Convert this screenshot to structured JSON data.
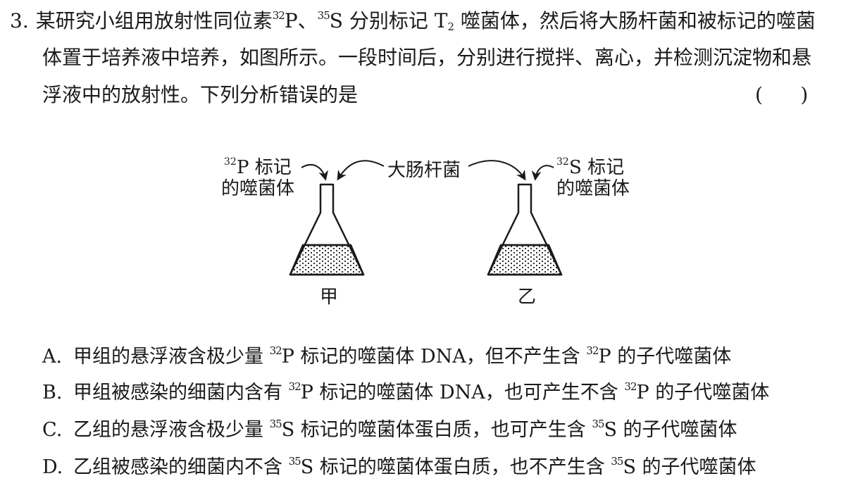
{
  "question": {
    "number": "3.",
    "line1": {
      "t1": "某研究小组用放射性同位素",
      "iso1_mass": "32",
      "iso1_el": "P、",
      "iso2_mass": "35",
      "iso2_el": "S 分别标记 T",
      "phage_sub": "2",
      "t2": " 噬菌体，然后将大肠杆菌和被标记的噬菌"
    },
    "line2": "体置于培养液中培养，如图所示。一段时间后，分别进行搅拌、离心，并检测沉淀物和悬",
    "line3": "浮液中的放射性。下列分析错误的是",
    "answer_paren": "(      )"
  },
  "figure": {
    "left_label_mass": "32",
    "left_label_line1": "P 标记",
    "left_label_line2": "的噬菌体",
    "center_label": "大肠杆菌",
    "right_label_mass": "32",
    "right_label_line1": "S 标记",
    "right_label_line2": "的噬菌体",
    "flask_left_label": "甲",
    "flask_right_label": "乙"
  },
  "options": [
    {
      "letter": "A.",
      "p1": "甲组的悬浮液含极少量 ",
      "m1": "32",
      "p2": "P 标记的噬菌体 DNA，但不产生含 ",
      "m2": "32",
      "p3": "P 的子代噬菌体"
    },
    {
      "letter": "B.",
      "p1": "甲组被感染的细菌内含有 ",
      "m1": "32",
      "p2": "P 标记的噬菌体 DNA，也可产生不含 ",
      "m2": "32",
      "p3": "P 的子代噬菌体"
    },
    {
      "letter": "C.",
      "p1": "乙组的悬浮液含极少量 ",
      "m1": "35",
      "p2": "S 标记的噬菌体蛋白质，也可产生含 ",
      "m2": "35",
      "p3": "S 的子代噬菌体"
    },
    {
      "letter": "D.",
      "p1": "乙组被感染的细菌内不含 ",
      "m1": "35",
      "p2": "S 标记的噬菌体蛋白质，也不产生含 ",
      "m2": "35",
      "p3": "S 的子代噬菌体"
    }
  ]
}
